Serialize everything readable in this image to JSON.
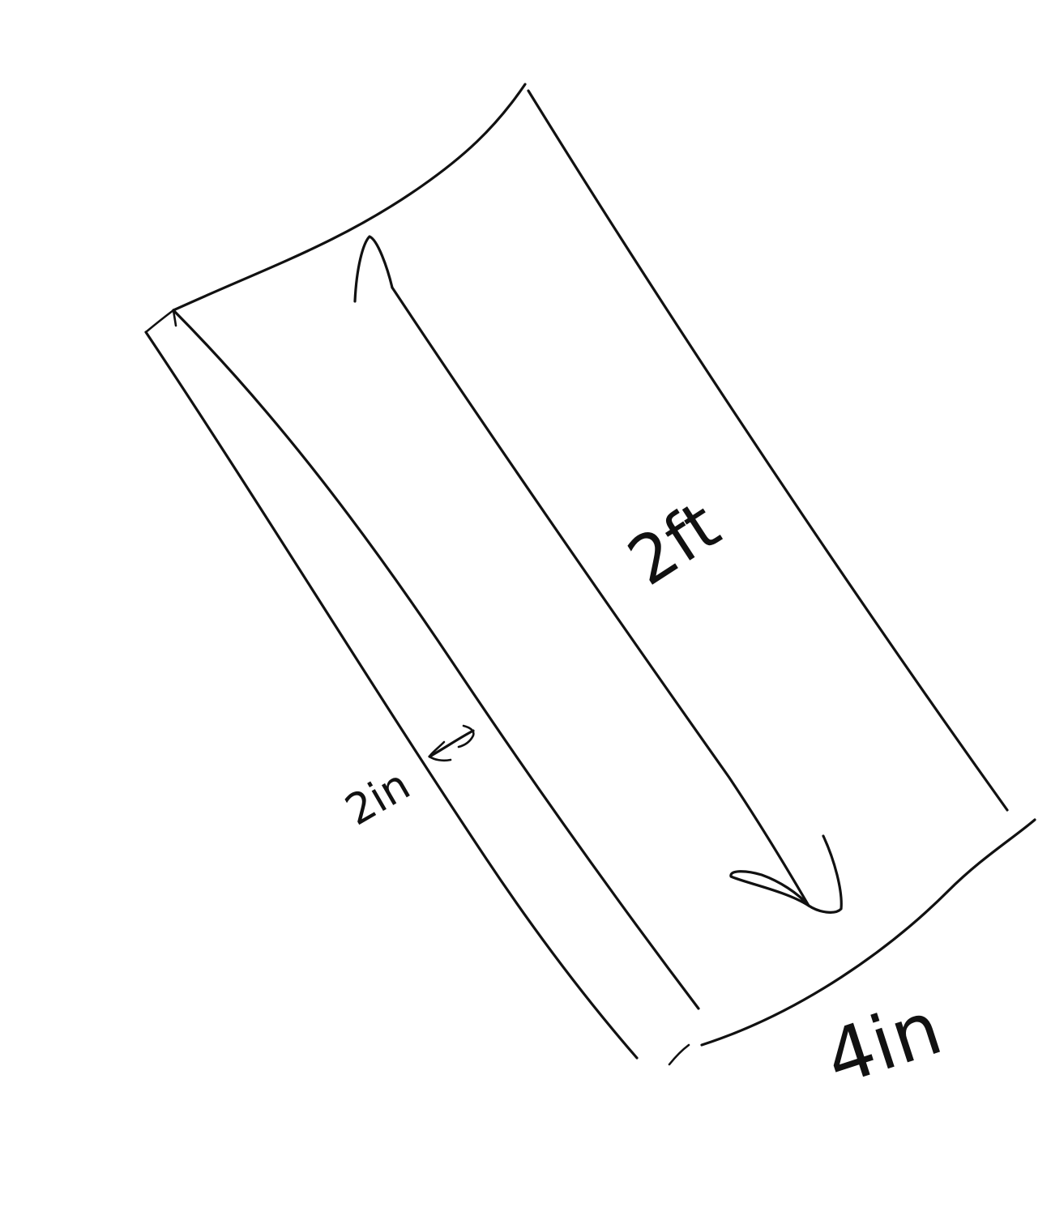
{
  "labels": {
    "length": "2ft",
    "depth": "2in",
    "width": "4in"
  },
  "ink_color": "#111111",
  "background_color": "#ffffff"
}
